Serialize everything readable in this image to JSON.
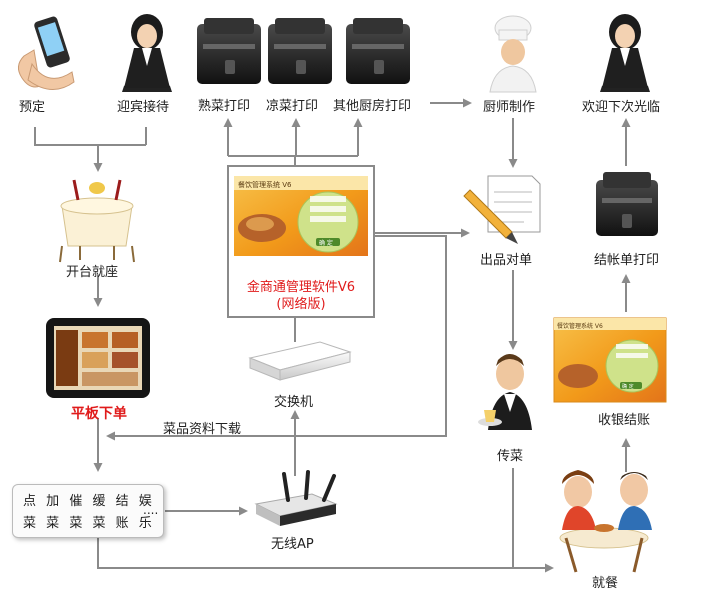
{
  "nodes": {
    "reserve": "预定",
    "greeter": "迎宾接待",
    "hot_print": "熟菜打印",
    "cold_print": "凉菜打印",
    "other_print": "其他厨房打印",
    "chef": "厨师制作",
    "farewell": "欢迎下次光临",
    "seating": "开台就座",
    "tablet_order": "平板下单",
    "software_name": "金商通管理软件V6",
    "software_edition": "(网络版)",
    "check_list": "出品对单",
    "bill_print": "结帐单打印",
    "switch": "交换机",
    "cashier": "收银结账",
    "serve": "传菜",
    "menu_download": "菜品资料下载",
    "wireless_ap": "无线AP",
    "dining": "就餐"
  },
  "operations": {
    "row1": [
      "点",
      "加",
      "催",
      "缓",
      "结",
      "娱"
    ],
    "row2": [
      "菜",
      "菜",
      "菜",
      "菜",
      "账",
      "乐"
    ],
    "more": "...."
  },
  "screen": {
    "title": "餐饮管理系统 V6",
    "confirm": "确 定"
  },
  "colors": {
    "arrow": "#8a8a8a",
    "accent_red": "#e01b1b",
    "screen_orange": "#f29a1a",
    "screen_green": "#cfe28a"
  }
}
